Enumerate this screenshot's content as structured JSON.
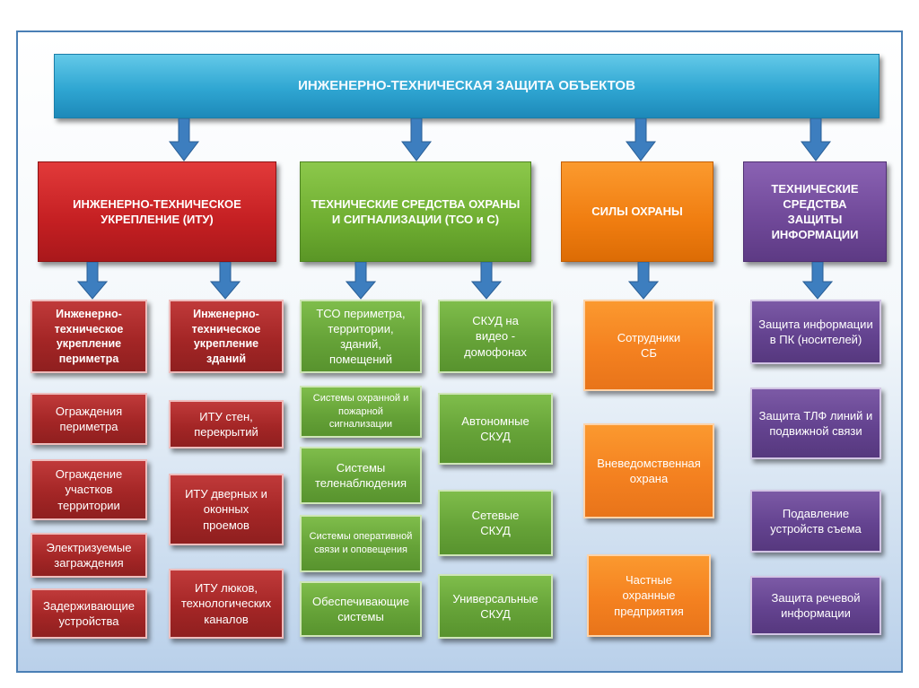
{
  "title": "ИНЖЕНЕРНО-ТЕХНИЧЕСКАЯ ЗАЩИТА ОБЪЕКТОВ",
  "categories": [
    {
      "label": "ИНЖЕНЕРНО-ТЕХНИЧЕСКОЕ УКРЕПЛЕНИЕ (ИТУ)",
      "color": "#c41f22"
    },
    {
      "label": "ТЕХНИЧЕСКИЕ СРЕДСТВА ОХРАНЫ И СИГНАЛИЗАЦИИ (ТСО и С)",
      "color": "#6fae31"
    },
    {
      "label": "СИЛЫ ОХРАНЫ",
      "color": "#f07d10"
    },
    {
      "label": "ТЕХНИЧЕСКИЕ СРЕДСТВА ЗАЩИТЫ ИНФОРМАЦИИ",
      "color": "#6f4898"
    }
  ],
  "itu": {
    "perimeter_header": "Инженерно-техническое укрепление периметра",
    "perimeter_items": [
      "Ограждения периметра",
      "Ограждение участков территории",
      "Электризуемые заграждения",
      "Задерживающие устройства"
    ],
    "buildings_header": "Инженерно-техническое укрепление зданий",
    "buildings_items": [
      "ИТУ стен, перекрытий",
      "ИТУ дверных и оконных проемов",
      "ИТУ люков, технологических каналов"
    ]
  },
  "tso": {
    "perimeter_header": "ТСО периметра, территории, зданий, помещений",
    "perimeter_items": [
      "Системы охранной и пожарной сигнализации",
      "Системы теленаблюдения",
      "Системы оперативной связи и оповещения",
      "Обеспечивающие системы"
    ],
    "skud_header": "СКУД на видео - домофонах",
    "skud_items": [
      "Автономные СКУД",
      "Сетевые СКУД",
      "Универсальные СКУД"
    ]
  },
  "guards": {
    "items": [
      "Сотрудники СБ",
      "Вневедомственная охрана",
      "Частные охранные предприятия"
    ]
  },
  "infosec": {
    "items": [
      "Защита информации в ПК (носителей)",
      "Защита ТЛФ линий и подвижной связи",
      "Подавление устройств съема",
      "Защита речевой информации"
    ]
  },
  "colors": {
    "arrow": "#3d7ebf",
    "title": "#2fa6d2",
    "border": "#4a7fb5"
  }
}
